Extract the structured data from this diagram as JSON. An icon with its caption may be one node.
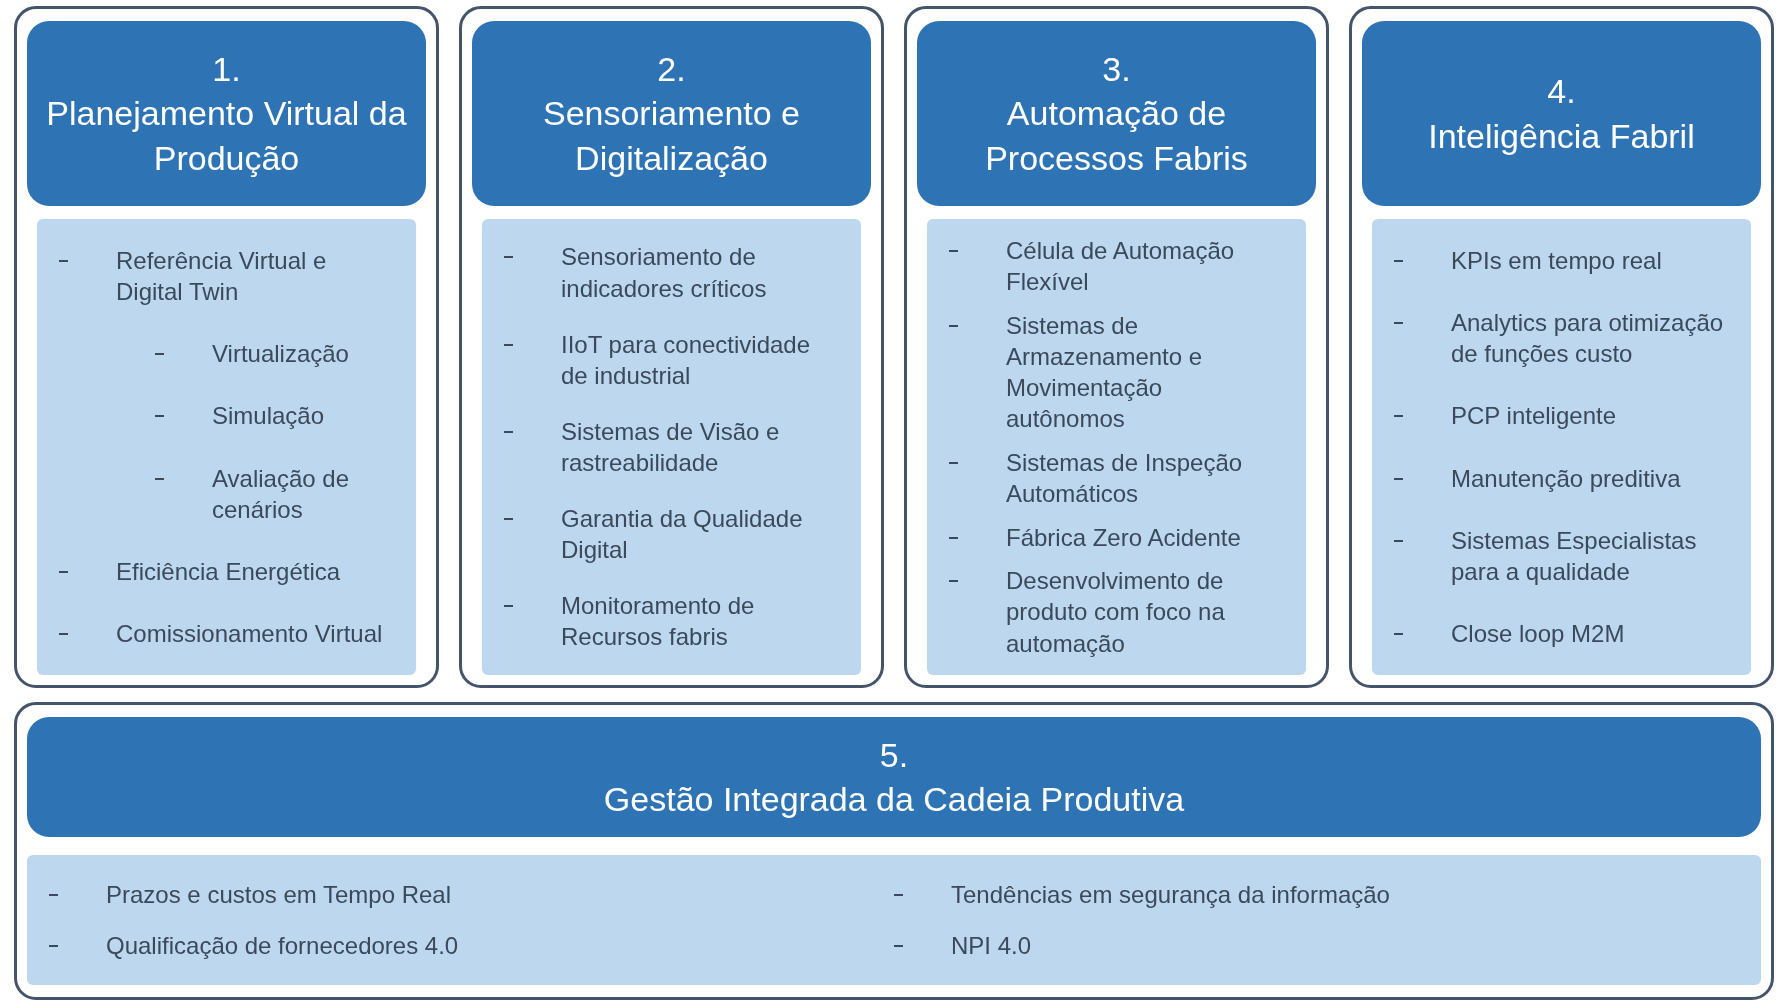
{
  "diagram": {
    "nodes": [
      {
        "text": [],
        "shape": "box"
      },
      {
        "text": [
          "1.",
          "Planejamento Virtual da Produção"
        ],
        "in": 0
      },
      {
        "text": [
          "Referência Virtual e Digital Twin",
          "Virtualização",
          "Simulação",
          "Avaliação de cenários",
          "Eficiência Energética",
          "Comissionamento Virtual"
        ],
        "in": 0
      },
      {
        "text": [],
        "shape": "box"
      },
      {
        "text": [
          "2.",
          "Sensoriamento e Digitalização"
        ],
        "in": 3
      },
      {
        "text": [
          "Sensoriamento de indicadores críticos",
          "IIoT para conectividade de industrial",
          "Sistemas de Visão e rastreabilidade",
          "Garantia da Qualidade Digital",
          "Monitoramento de Recursos fabris"
        ],
        "in": 3
      },
      {
        "text": [],
        "shape": "box"
      },
      {
        "text": [
          "3.",
          "Automação de Processos Fabris"
        ],
        "in": 6
      },
      {
        "text": [
          "Célula de Automação Flexível",
          "Sistemas de Armazenamento e Movimentação autônomos",
          "Sistemas de Inspeção Automáticos",
          "Fábrica Zero Acidente",
          "Desenvolvimento de produto com foco na automação"
        ],
        "in": 6
      },
      {
        "text": [],
        "shape": "box"
      },
      {
        "text": [
          "4.",
          "Inteligência Fabril"
        ],
        "in": 9
      },
      {
        "text": [
          "KPIs em tempo real",
          "Analytics para otimização de funções custo",
          "PCP inteligente",
          "Manutenção preditiva",
          "Sistemas Especialistas para a qualidade",
          "Close loop M2M"
        ],
        "in": 9
      },
      {
        "text": [],
        "shape": "box"
      },
      {
        "text": [
          "5.",
          "Gestão Integrada da Cadeia Produtiva"
        ],
        "in": 12
      },
      {
        "text": [
          "Prazos e custos em Tempo Real",
          "Tendências em segurança da informação",
          "Qualificação de fornecedores 4.0",
          "NPI 4.0"
        ],
        "in": 12
      }
    ],
    "edges": []
  }
}
